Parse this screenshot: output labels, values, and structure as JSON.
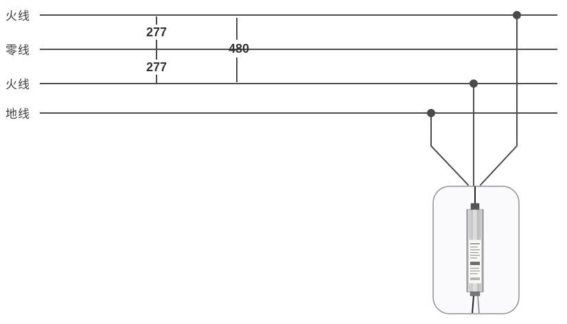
{
  "diagram_title": "three-phase-wiring-to-led-driver",
  "wires": [
    {
      "id": "live-top",
      "label": "火线"
    },
    {
      "id": "neutral",
      "label": "零线"
    },
    {
      "id": "live-bottom",
      "label": "火线"
    },
    {
      "id": "ground",
      "label": "地线"
    }
  ],
  "measurements": [
    {
      "id": "live-top-to-neutral",
      "value": "277"
    },
    {
      "id": "neutral-to-live-bottom",
      "value": "277"
    },
    {
      "id": "live-to-live",
      "value": "480"
    }
  ],
  "colors": {
    "wire": "#4a4a4a",
    "dot": "#4a4a4a",
    "text": "#333333",
    "device_box_fill": "#fafafc",
    "device_box_border": "#8f8f8f"
  }
}
